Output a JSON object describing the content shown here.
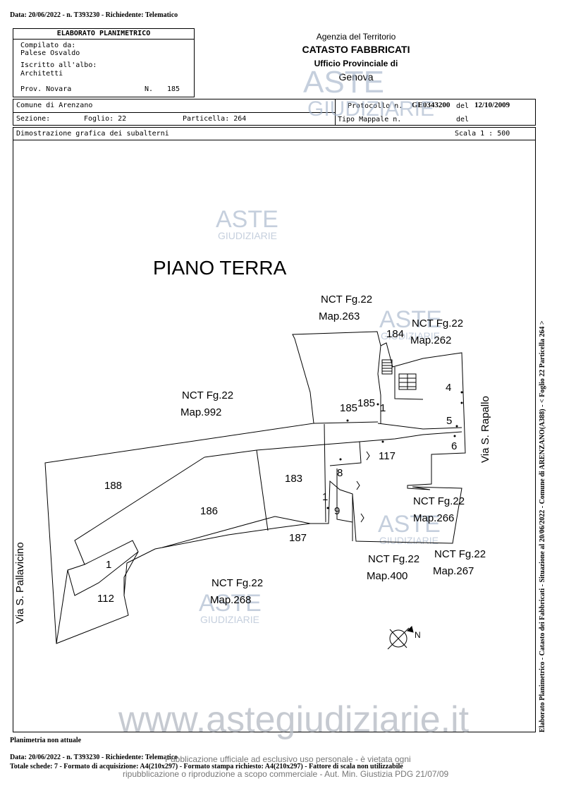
{
  "header": {
    "top_line": "Data: 20/06/2022 - n. T393230 - Richiedente: Telematico",
    "elaborato_title": "ELABORATO PLANIMETRICO",
    "compilato_label": "Compilato da:",
    "compilato_name": "Palese Osvaldo",
    "iscritto_label": "Iscritto all'albo:",
    "albo": "Architetti",
    "prov_label": "Prov. Novara",
    "n_label": "N.",
    "n_value": "185",
    "agency": "Agenzia del Territorio",
    "catasto": "CATASTO FABBRICATI",
    "ufficio": "Ufficio Provinciale di",
    "city": "Genova",
    "comune": "Comune di Arenzano",
    "sezione_label": "Sezione:",
    "foglio": "Foglio: 22",
    "particella": "Particella: 264",
    "protocollo_label": "Protocollo n.",
    "protocollo_value": "GE0343200",
    "del_label": "del",
    "protocollo_date": "12/10/2009",
    "tipo_mappale": "Tipo Mappale n.",
    "del_label2": "del",
    "dimostrazione": "Dimostrazione grafica dei subalterni",
    "scala": "Scala 1 : 500"
  },
  "plan": {
    "title": "PIANO TERRA",
    "labels": {
      "nct263_a": "NCT Fg.22",
      "nct263_b": "Map.263",
      "nct262_a": "NCT Fg.22",
      "nct262_b": "Map.262",
      "nct992_a": "NCT Fg.22",
      "nct992_b": "Map.992",
      "nct266_a": "NCT Fg.22",
      "nct266_b": "Map.266",
      "nct400_a": "NCT Fg.22",
      "nct400_b": "Map.400",
      "nct267_a": "NCT Fg.22",
      "nct267_b": "Map.267",
      "nct268_a": "NCT Fg.22",
      "nct268_b": "Map.268",
      "via_rapallo": "Via S. Rapallo",
      "via_pallavicino": "Via S. Pallavicino",
      "sub_184": "184",
      "sub_185a": "185",
      "sub_185b": "185",
      "sub_1a": "1",
      "sub_4": "4",
      "sub_5": "5",
      "sub_6": "6",
      "sub_117": "117",
      "sub_8": "8",
      "sub_1b": "1",
      "sub_9": "9",
      "sub_183": "183",
      "sub_186": "186",
      "sub_187": "187",
      "sub_188": "188",
      "sub_1c": "1",
      "sub_112": "112",
      "north": "N"
    }
  },
  "side_text": "Elaborato Planimetrico - Catasto dei Fabbricati - Situazione al 20/06/2022 - Comune di ARENZANO(A388) - < Foglio 22 Particella 264 >",
  "watermark": {
    "aste": "ASTE",
    "giudiziarie": "GIUDIZIARIE",
    "url": "www.astegiudiziarie.it",
    "notice1": "Pubblicazione ufficiale ad esclusivo uso personale - è vietata ogni",
    "notice2": "ripubblicazione o riproduzione a scopo commerciale - Aut. Min. Giustizia PDG 21/07/09"
  },
  "footer": {
    "non_attuale": "Planimetria non attuale",
    "line1": "Data: 20/06/2022 - n. T393230 - Richiedente: Telematico",
    "line2": "Totale schede: 7 - Formato di acquisizione: A4(210x297) - Formato stampa richiesto: A4(210x297) - Fattore di scala non utilizzabile"
  }
}
